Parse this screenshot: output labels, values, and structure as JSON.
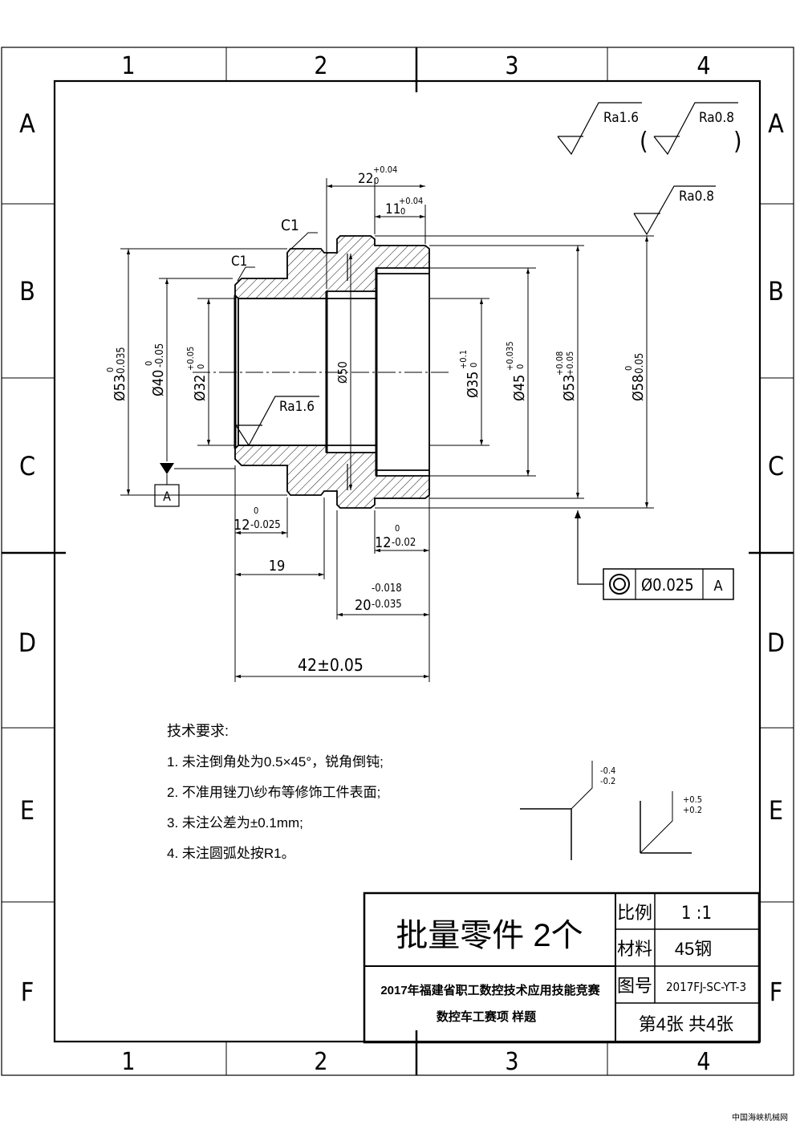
{
  "frame": {
    "columns": [
      "1",
      "2",
      "3",
      "4"
    ],
    "rows": [
      "A",
      "B",
      "C",
      "D",
      "E",
      "F"
    ]
  },
  "surface": {
    "general": "Ra1.6",
    "other": "Ra0.8",
    "od": "Ra0.8",
    "bore": "Ra1.6"
  },
  "dims": {
    "chamfer_outer": "C1",
    "chamfer_inner": "C1",
    "w22": "22",
    "w22_up": "+0.04",
    "w22_lo": "0",
    "w11": "11",
    "w11_up": "+0.04",
    "w11_lo": "0",
    "d53a": "Ø53",
    "d53a_up": "0",
    "d53a_lo": "-0.035",
    "d40": "Ø40",
    "d40_up": "0",
    "d40_lo": "-0.05",
    "d32": "Ø32",
    "d32_up": "+0.05",
    "d32_lo": "0",
    "d50": "Ø50",
    "d35": "Ø35",
    "d35_up": "+0.1",
    "d35_lo": "0",
    "d45": "Ø45",
    "d45_up": "+0.035",
    "d45_lo": "0",
    "d53b": "Ø53",
    "d53b_up": "+0.08",
    "d53b_lo": "+0.05",
    "d58": "Ø58",
    "d58_up": "0",
    "d58_lo": "-0.05",
    "l12a": "12",
    "l12a_up": "0",
    "l12a_lo": "-0.025",
    "l12b": "12",
    "l12b_up": "0",
    "l12b_lo": "-0.02",
    "l19": "19",
    "l20": "20",
    "l20_up": "-0.018",
    "l20_lo": "-0.035",
    "l42": "42±0.05",
    "datum": "A",
    "tol_value": "Ø0.025",
    "tol_datum": "A"
  },
  "notes": {
    "title": "技术要求:",
    "items": [
      "1. 未注倒角处为0.5×45°，锐角倒钝;",
      "2. 不准用锉刀\\纱布等修饰工件表面;",
      "3. 未注公差为±0.1mm;",
      "4. 未注圆弧处按R1。"
    ]
  },
  "corner_marks": {
    "a_up": "-0.4",
    "a_lo": "-0.2",
    "b_up": "+0.5",
    "b_lo": "+0.2"
  },
  "title_block": {
    "part_name": "批量零件  2个",
    "ratio_label": "比例",
    "ratio_value": "1 :1",
    "material_label": "材料",
    "material_value": "45钢",
    "drawing_no_label": "图号",
    "drawing_no_value": "2017FJ-SC-YT-3",
    "competition": "2017年福建省职工数控技术应用技能竞赛",
    "event": "数控车工赛项  样题",
    "sheet": "第4张  共4张"
  },
  "watermark": "中国海峡机械网"
}
